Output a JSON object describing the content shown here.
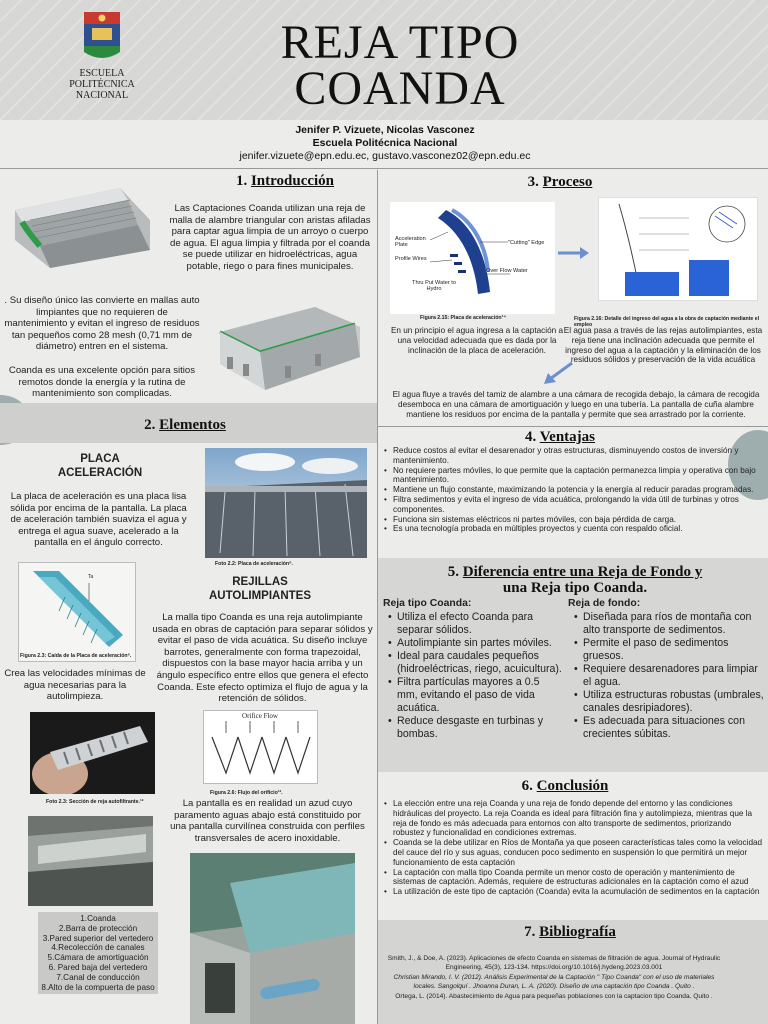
{
  "header": {
    "title_line1": "REJA TIPO",
    "title_line2": "COANDA",
    "logo_line1": "ESCUELA",
    "logo_line2": "POLITÉCNICA",
    "logo_line3": "NACIONAL",
    "authors": "Jenifer P. Vizuete,  Nicolas Vasconez",
    "institution": "Escuela Politécnica Nacional",
    "emails": "jenifer.vizuete@epn.edu.ec, gustavo.vasconez02@epn.edu.ec"
  },
  "intro": {
    "heading_num": "1.",
    "heading": "Introducción",
    "p1": "Las Captaciones Coanda utilizan una reja de malla de alambre triangular con aristas afiladas para captar agua limpia de un arroyo o cuerpo de agua. El agua limpia y filtrada por el coanda se puede utilizar en hidroeléctricas, agua potable, riego o para fines municipales.",
    "p2": ". Su diseño único las convierte en mallas auto limpiantes que no requieren de mantenimiento y evitan el ingreso de residuos tan pequeños como 28 mesh (0,71 mm de diámetro) entren en el sistema.",
    "p3": "Coanda es una excelente opción para sitios remotos donde la energía y la rutina de mantenimiento son complicadas."
  },
  "elements": {
    "heading_num": "2.",
    "heading": "Elementos",
    "placa_title1": "PLACA",
    "placa_title2": "ACELERACIÓN",
    "placa_text": "La placa de aceleración es una placa lisa sólida por encima de la pantalla. La placa de aceleración también suaviza el agua y entrega el agua suave, acelerado a la pantalla en el ángulo correcto.",
    "foto22_caption": "Foto 2.2: Placa de aceleración⁶.",
    "fig23_caption": "Figura 2.3: Caída de la Placa de aceleración⁶.",
    "fig_label_ta": "Ta",
    "velocity_text": "Crea las velocidades mínimas de agua necesarias para la autolimpieza.",
    "rejillas_title1": "REJILLAS",
    "rejillas_title2": "AUTOLIMPIANTES",
    "rejillas_text": "La malla tipo Coanda es una reja autolimpiante usada en obras de captación para separar sólidos y evitar el paso de vida acuática. Su diseño incluye barrotes, generalmente con forma trapezoidal, dispuestos con la base mayor hacia arriba y un ángulo específico entre ellos que genera el efecto Coanda. Este efecto optimiza el flujo de agua y la retención de sólidos.",
    "foto23_caption": "Foto 2.3: Sección de reja autofiltrante.¹²",
    "orifice_label": "Orifice Flow",
    "fig26_caption": "Figura 2.6: Flujo del orificio¹².",
    "pantalla_text": "La pantalla es en realidad un azud cuyo paramento aguas abajo está constituido por una pantalla curvilínea construida con perfiles transversales de acero inoxidable.",
    "legend": [
      "1.Coanda",
      "2.Barra de protección",
      "3.Pared superior del vertedero",
      "4.Recolección de canales",
      "5.Cámara de amortiguación",
      "6. Pared baja del vertedero",
      "7.Canal de conducción",
      "8.Alto de la compuerta de paso"
    ]
  },
  "proceso": {
    "heading_num": "3.",
    "heading": "Proceso",
    "fig_labels": {
      "acceleration": "Acceleration Plate",
      "cutting": "\"Cutting\" Edge",
      "profile": "Profile Wires",
      "overflow": "Over Flow Water",
      "thru": "Thru Put Water to Hydro"
    },
    "fig215_caption": "Figura 2.15: Placa de aceleración¹⁴",
    "fig216_caption": "Figura 2.16: Detalle del ingreso del agua a la obra de captación mediante el empleo",
    "t1": "En un principio el agua ingresa a la captación a una velocidad adecuada que es dada por la inclinación de la placa de aceleración.",
    "t2": "El agua pasa a través de las rejas autolimpiantes, esta reja tiene una inclinación adecuada que permite el ingreso del agua a la captación y la eliminación de los residuos sólidos y preservación de la vida acuática",
    "t3": "El agua fluye a través del tamiz de alambre a una cámara de recogida debajo, la cámara de recogida desemboca en una cámara de amortiguación y luego en una tubería. La pantalla de cuña alambre mantiene los residuos por encima de la pantalla y permite que sea arrastrado por la corriente."
  },
  "ventajas": {
    "heading_num": "4.",
    "heading": "Ventajas",
    "items": [
      "Reduce costos al evitar el desarenador y otras estructuras, disminuyendo costos de inversión y mantenimiento.",
      "No requiere partes móviles, lo que permite que la captación permanezca limpia y operativa con bajo mantenimiento.",
      "Mantiene un flujo constante, maximizando la potencia y la energía al reducir paradas programadas.",
      "Filtra sedimentos y evita el ingreso de vida acuática, prolongando la vida útil de turbinas y otros componentes.",
      "Funciona sin sistemas eléctricos ni partes móviles, con baja pérdida de carga.",
      "Es una tecnología probada en múltiples proyectos y cuenta con respaldo oficial."
    ]
  },
  "diferencia": {
    "heading_num": "5.",
    "heading_line1": "Diferencia entre una Reja de Fondo y",
    "heading_line2": "una Reja tipo Coanda.",
    "coanda_title": "Reja tipo Coanda:",
    "coanda_items": [
      "Utiliza el efecto Coanda para separar sólidos.",
      "Autolimpiante sin partes móviles.",
      "Ideal para caudales pequeños (hidroeléctricas, riego, acuicultura).",
      "Filtra partículas mayores a 0.5 mm, evitando el paso de vida acuática.",
      "Reduce desgaste en turbinas y bombas."
    ],
    "fondo_title": "Reja de fondo:",
    "fondo_items": [
      "Diseñada para ríos de montaña con alto transporte de sedimentos.",
      "Permite el paso de sedimentos gruesos.",
      "Requiere desarenadores para limpiar el agua.",
      "Utiliza estructuras robustas (umbrales, canales desripiadores).",
      "Es adecuada para situaciones con crecientes súbitas."
    ]
  },
  "conclusion": {
    "heading_num": "6.",
    "heading": "Conclusión",
    "items": [
      "La elección entre una reja Coanda y una reja de fondo depende del entorno y las condiciones hidráulicas del proyecto. La reja Coanda es ideal para filtración fina y autolimpieza, mientras que la reja de fondo es más adecuada para entornos con alto transporte de sedimentos, priorizando robustez y funcionalidad en condiciones extremas.",
      "Coanda se la debe utilizar en Ríos de Montaña ya que poseen características tales como la velocidad del cauce del río y sus aguas, conducen poco sedimento en suspensión lo que permitirá un mejor funcionamiento de esta captación",
      "La captación con malla tipo Coanda permite un menor costo de operación y mantenimiento de sistemas de captación. Además, requiere de estructuras adicionales en la captación como el azud",
      "La utilización de este tipo de captación (Coanda) evita la acumulación de sedimentos en la captación"
    ]
  },
  "bibliografia": {
    "heading_num": "7.",
    "heading": "Bibliografía",
    "refs": [
      "Smith, J., & Doe, A. (2023). Aplicaciones de efecto Coanda en sistemas de filtración de agua. Journal of Hydraulic Engineering, 45(3), 123-134. https://doi.org/10.1016/j.hydeng.2023.03.001",
      "Christian Mirando, I. V. (2012). Análisis Experimental de la Captación \" Tipo Coanda\" con el uso de materiales locales. Sangolquí . Jhoanna Duran, L. A. (2020). Diseño de una captación tipo Coanda . Quito .",
      "Ortega, L. (2014). Abastecimiento de Agua para pequeñas poblaciones con la captacion tipo Coanda. Quito ."
    ]
  },
  "colors": {
    "accent_blue": "#4a79c9",
    "teal_leaf": "#4f6f74",
    "panel": "#dfdfdd"
  }
}
